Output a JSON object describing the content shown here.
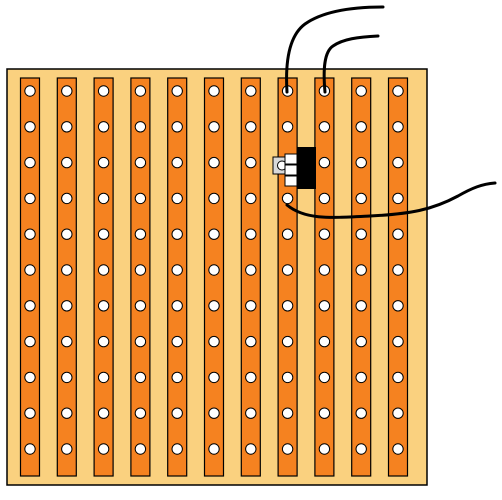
{
  "board": {
    "type": "stripboard",
    "strip_count": 11,
    "holes_per_strip": 11,
    "colors": {
      "substrate": "#FAD17F",
      "strip": "#F58220",
      "hole": "#FFFFFF",
      "outline": "#000000",
      "component_body": "#000000",
      "component_tab": "#D9D9D9",
      "wire": "#000000"
    }
  },
  "component": {
    "kind": "transistor",
    "legs": 3,
    "leg_strip": 8,
    "leg_hole": 3,
    "body_strip": 9
  },
  "wires": [
    {
      "name": "wire-1",
      "strip": 8,
      "hole": 1
    },
    {
      "name": "wire-2",
      "strip": 9,
      "hole": 1
    },
    {
      "name": "wire-3",
      "strip": 8,
      "hole": 4
    }
  ]
}
